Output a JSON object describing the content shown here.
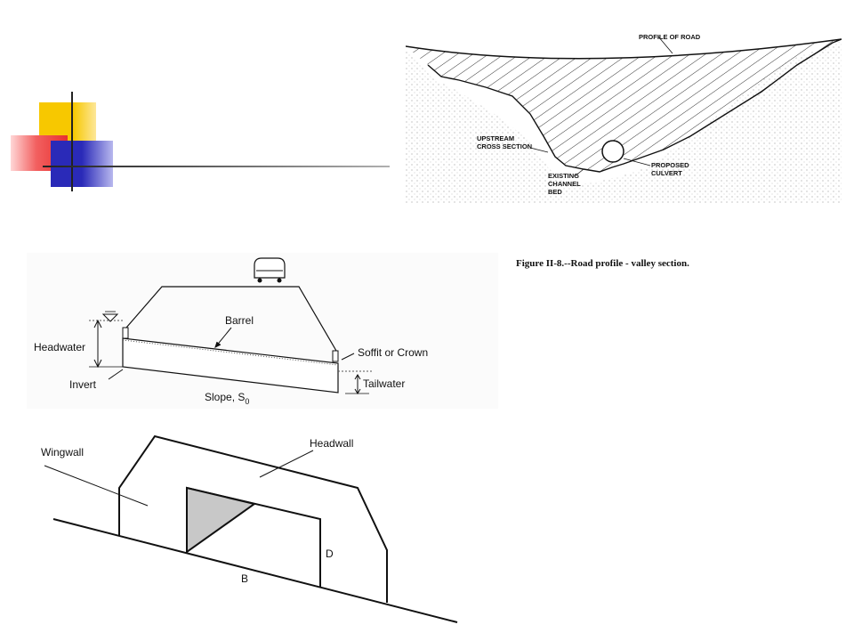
{
  "slide": {
    "decoration": {
      "colors": {
        "yellow": "#f7c800",
        "red": "#f04a4a",
        "blue": "#3333cc",
        "line_dark": "#222222",
        "line_gray": "#b0b0b0"
      }
    }
  },
  "road_profile": {
    "labels": {
      "profile_of_road": "PROFILE OF ROAD",
      "upstream_1": "UPSTREAM",
      "upstream_2": "CROSS SECTION",
      "existing_1": "EXISTING",
      "existing_2": "CHANNEL",
      "existing_3": "BED",
      "proposed_1": "PROPOSED",
      "proposed_2": "CULVERT"
    },
    "caption": "Figure II-8.--Road profile - valley section."
  },
  "culvert_profile": {
    "labels": {
      "barrel": "Barrel",
      "headwater": "Headwater",
      "invert": "Invert",
      "soffit": "Soffit or Crown",
      "tailwater": "Tailwater",
      "slope": "Slope, S",
      "slope_sub": "0"
    }
  },
  "headwall_diagram": {
    "labels": {
      "wingwall": "Wingwall",
      "headwall": "Headwall",
      "d": "D",
      "b": "B"
    },
    "colors": {
      "opening_fill": "#c8c8c8"
    }
  }
}
